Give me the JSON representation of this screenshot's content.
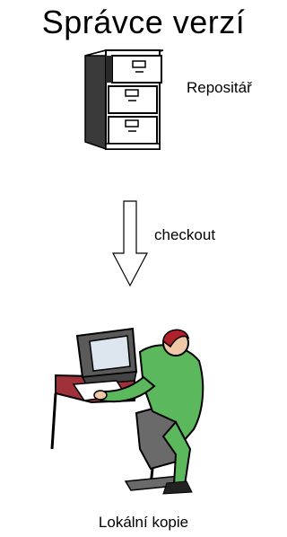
{
  "title": "Správce verzí",
  "repository": {
    "label": "Repositář",
    "icon": "filing-cabinet-icon"
  },
  "action": {
    "label": "checkout",
    "icon": "down-arrow-icon"
  },
  "local_copy": {
    "label": "Lokální kopie",
    "icon": "person-at-computer-icon"
  },
  "colors": {
    "cabinet_dark": "#3a3a3a",
    "person_shirt": "#5cb85c",
    "person_hair": "#b0202a",
    "desk": "#a0303a",
    "monitor": "#5a5a5a",
    "chair": "#6a6a6a"
  }
}
